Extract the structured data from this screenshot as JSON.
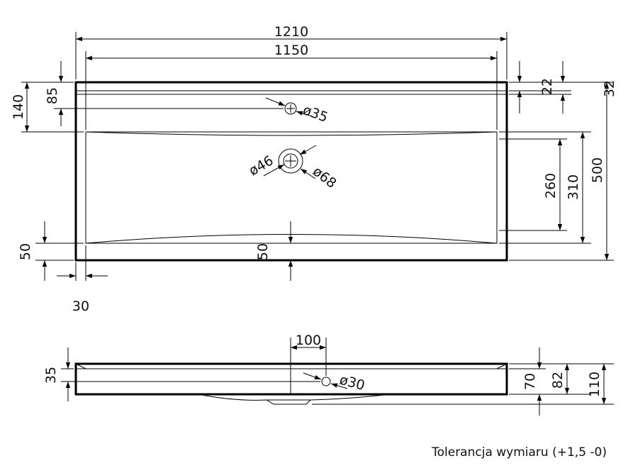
{
  "top_view": {
    "overall_width": "1210",
    "basin_width": "1150",
    "rim_band": "22",
    "rim_depth": "32",
    "tap_hole_offset": "85",
    "bowl_start": "140",
    "tap_hole_diameter": "ø35",
    "drain_inner_diameter": "ø46",
    "drain_outer_diameter": "ø68",
    "bowl_depth": "260",
    "front_to_bowl": "310",
    "total_depth": "500",
    "front_rim": "50",
    "drain_axis_front": "50",
    "side_margin": "30"
  },
  "front_view": {
    "drain_offset": "100",
    "overflow_height": "35",
    "overflow_diameter": "ø30",
    "slab_height": "70",
    "body_height": "82",
    "total_height": "110"
  },
  "footer": {
    "tolerance_note": "Tolerancja wymiaru (+1,5 -0)"
  }
}
